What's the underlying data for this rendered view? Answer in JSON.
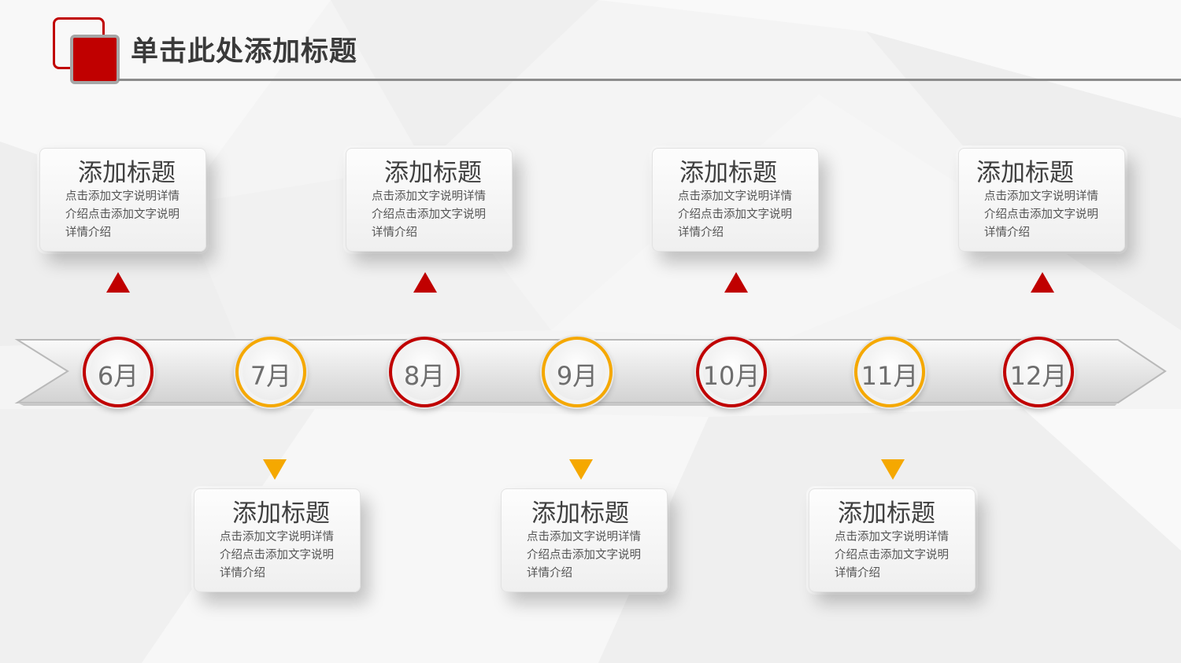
{
  "header": {
    "title": "单击此处添加标题"
  },
  "colors": {
    "accent_red": "#c00000",
    "accent_gold": "#f5a800",
    "logo_border": "#a6a6a6"
  },
  "timeline": {
    "months": [
      {
        "label": "6月",
        "ring": "red"
      },
      {
        "label": "7月",
        "ring": "gold"
      },
      {
        "label": "8月",
        "ring": "red"
      },
      {
        "label": "9月",
        "ring": "gold"
      },
      {
        "label": "10月",
        "ring": "red"
      },
      {
        "label": "11月",
        "ring": "gold"
      },
      {
        "label": "12月",
        "ring": "red"
      }
    ]
  },
  "cards": [
    {
      "month": "6月",
      "title": "添加标题",
      "body": "点击添加文字说明详情介绍点击添加文字说明详情介绍"
    },
    {
      "month": "7月",
      "title": "添加标题",
      "body": "点击添加文字说明详情介绍点击添加文字说明详情介绍"
    },
    {
      "month": "8月",
      "title": "添加标题",
      "body": "点击添加文字说明详情介绍点击添加文字说明详情介绍"
    },
    {
      "month": "9月",
      "title": "添加标题",
      "body": "点击添加文字说明详情介绍点击添加文字说明详情介绍"
    },
    {
      "month": "10月",
      "title": "添加标题",
      "body": "点击添加文字说明详情介绍点击添加文字说明详情介绍"
    },
    {
      "month": "11月",
      "title": "添加标题",
      "body": "点击添加文字说明详情介绍点击添加文字说明详情介绍"
    },
    {
      "month": "12月",
      "title": "添加标题",
      "body": "点击添加文字说明详情介绍点击添加文字说明详情介绍"
    }
  ]
}
